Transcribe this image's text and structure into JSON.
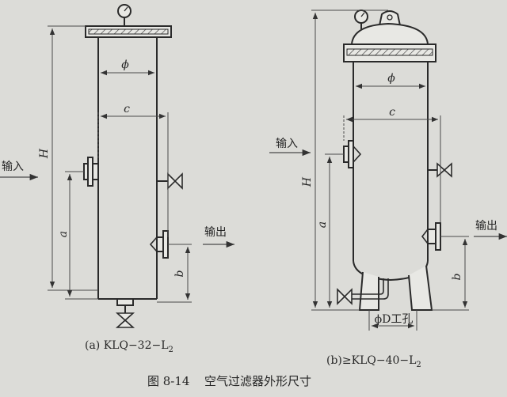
{
  "figure": {
    "number": "图 8-14",
    "title": "空气过滤器外形尺寸"
  },
  "diagram_a": {
    "caption_prefix": "(a) KLQ−32−L",
    "caption_sub": "2",
    "inlet": "输入",
    "outlet": "输出",
    "dim_phi": "ϕ",
    "dim_c": "c",
    "dim_H": "H",
    "dim_a": "a",
    "dim_b": "b"
  },
  "diagram_b": {
    "caption_prefix": "(b)≥KLQ−40−L",
    "caption_sub": "2",
    "inlet": "输入",
    "outlet": "输出",
    "dim_phi": "ϕ",
    "dim_c": "c",
    "dim_H": "H",
    "dim_a": "a",
    "dim_b": "b",
    "hole_label": "ϕD工孔"
  },
  "colors": {
    "line": "#2a2a2a",
    "thin": "#4a4a4a",
    "paper": "#dcdcd8"
  }
}
